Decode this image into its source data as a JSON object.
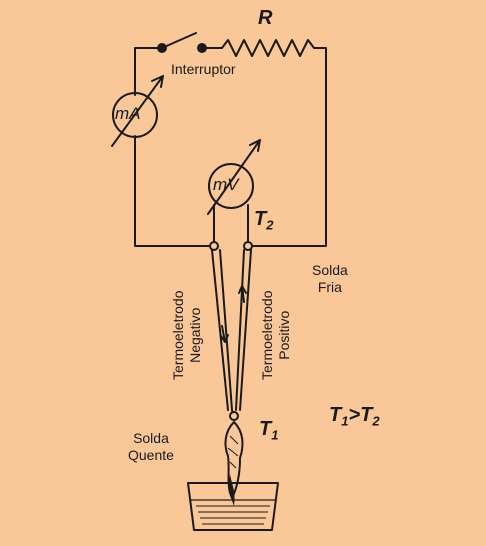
{
  "labels": {
    "resistor": "R",
    "switch": "Interruptor",
    "milliammeter": "mA",
    "millivoltmeter": "mV",
    "t2": {
      "base": "T",
      "sub": "2"
    },
    "t1": {
      "base": "T",
      "sub": "1"
    },
    "cold_junction": [
      "Solda",
      "Fria"
    ],
    "hot_junction": [
      "Solda",
      "Quente"
    ],
    "negative_electrode": [
      "Termoeletrodo",
      "Negativo"
    ],
    "positive_electrode": [
      "Termoeletrodo",
      "Positivo"
    ],
    "condition": {
      "a": "T",
      "a_sub": "1",
      "op": ">",
      "b": "T",
      "b_sub": "2"
    }
  }
}
